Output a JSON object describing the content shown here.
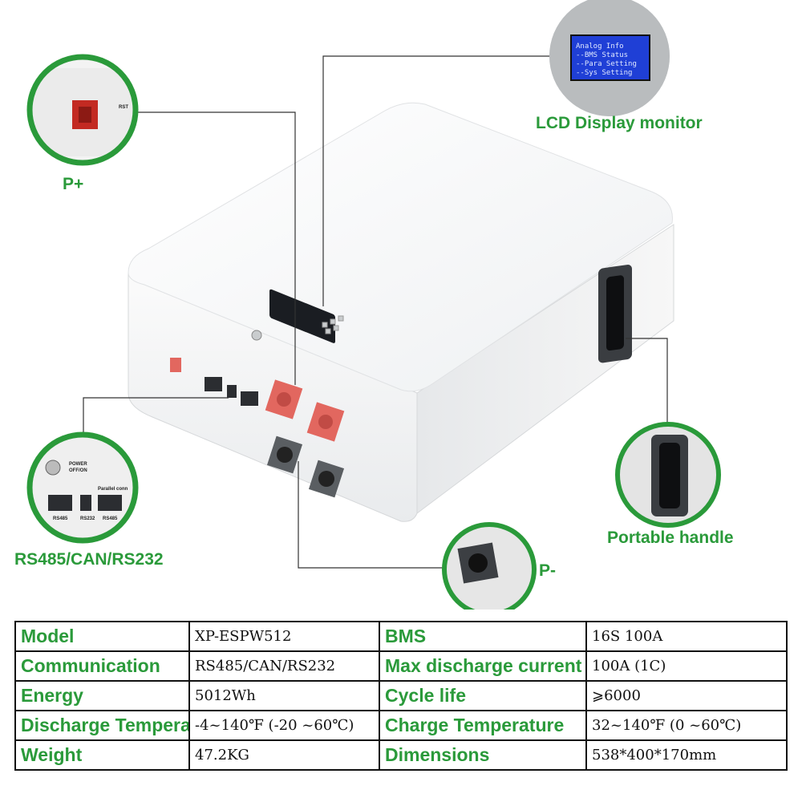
{
  "callouts": {
    "p_plus": "P+",
    "lcd": "LCD Display monitor",
    "rs485": "RS485/CAN/RS232",
    "p_minus": "P-",
    "handle": "Portable handle"
  },
  "lcd_menu": [
    "Analog Info",
    "--BMS Status",
    "--Para Setting",
    "--Sys Setting"
  ],
  "port_panel": {
    "power": "POWER",
    "off_on": "OFF/ON",
    "parallel": "Parallel conn",
    "rs485_a": "RS485",
    "rs232": "RS232",
    "rs485_b": "RS485"
  },
  "specs": [
    {
      "k1": "Model",
      "v1": "XP-ESPW512",
      "k2": "BMS",
      "v2": "16S 100A"
    },
    {
      "k1": "Communication",
      "v1": "RS485/CAN/RS232",
      "k2": "Max discharge current",
      "v2": "100A (1C)"
    },
    {
      "k1": "Energy",
      "v1": "5012Wh",
      "k2": "Cycle life",
      "v2": "⩾6000"
    },
    {
      "k1": "Discharge Temperature",
      "v1": "-4~140℉ (-20 ~60℃)",
      "k2": "Charge Temperature",
      "v2": "32~140℉ (0 ~60℃)"
    },
    {
      "k1": "Weight",
      "v1": "47.2KG",
      "k2": "Dimensions",
      "v2": "538*400*170mm"
    }
  ],
  "colors": {
    "accent_green": "#2a9a3a",
    "lcd_blue": "#1f3fd6",
    "connector_red": "#e2675f"
  }
}
